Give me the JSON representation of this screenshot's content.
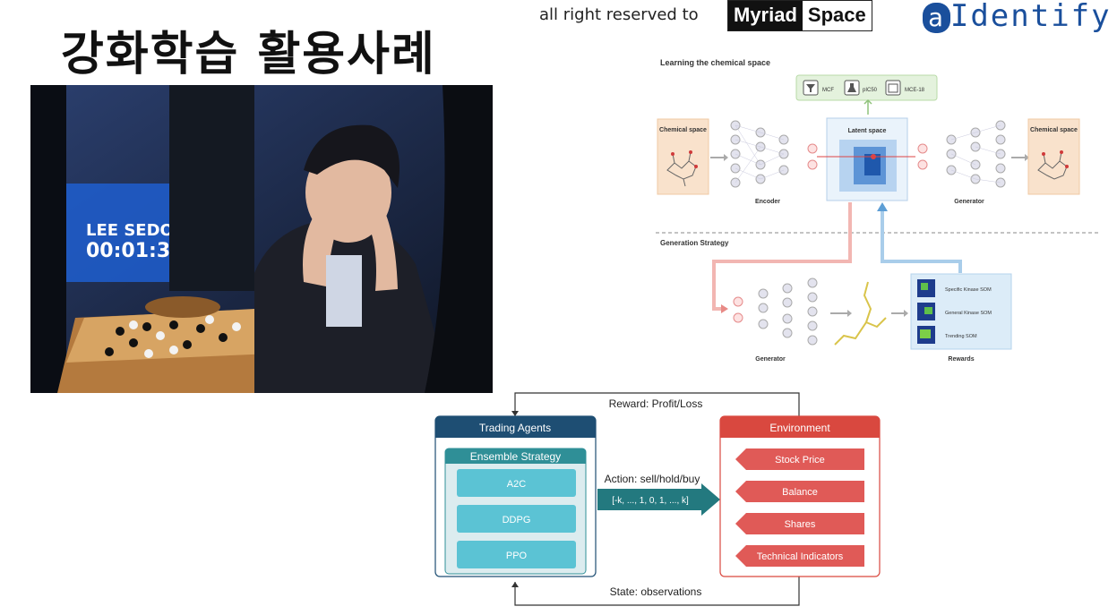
{
  "title": "강화학습 활용사례",
  "copyright": {
    "text": "all right reserved to",
    "myriad_part1": "Myriad",
    "myriad_part2": "Space",
    "aidentify_mark": "a",
    "aidentify_rest": "Identify"
  },
  "photo": {
    "screen_text_line1": "LEE SEDOL",
    "screen_text_line2": "00:01:3"
  },
  "chemical_diagram": {
    "section1_title": "Learning the chemical space",
    "properties": [
      "MCF",
      "pIC50",
      "MCE-18"
    ],
    "left_box_label": "Chemical space",
    "right_box_label": "Chemical space",
    "latent_label": "Latent space",
    "encoder_label": "Encoder",
    "generator_label": "Generator",
    "section2_title": "Generation Strategy",
    "generator2_label": "Generator",
    "rewards": [
      "Specific Kinase SOM",
      "General Kinase SOM",
      "Trending SOM"
    ],
    "rewards_label": "Rewards"
  },
  "trading_diagram": {
    "reward_label": "Reward: Profit/Loss",
    "state_label": "State: observations",
    "agents_title": "Trading Agents",
    "ensemble_title": "Ensemble Strategy",
    "algorithms": [
      "A2C",
      "DDPG",
      "PPO"
    ],
    "action_label": "Action: sell/hold/buy",
    "action_values": "[-k, ..., 1, 0, 1, ..., k]",
    "environment_title": "Environment",
    "env_items": [
      "Stock Price",
      "Balance",
      "Shares",
      "Technical Indicators"
    ]
  },
  "colors": {
    "agents_header": "#1e4e73",
    "ensemble_header": "#2f8f97",
    "algo_box": "#5bc3d4",
    "env_header": "#d9483f",
    "env_item": "#e05a57",
    "action_arrow": "#23797f",
    "aidentify": "#1a4f9c"
  }
}
